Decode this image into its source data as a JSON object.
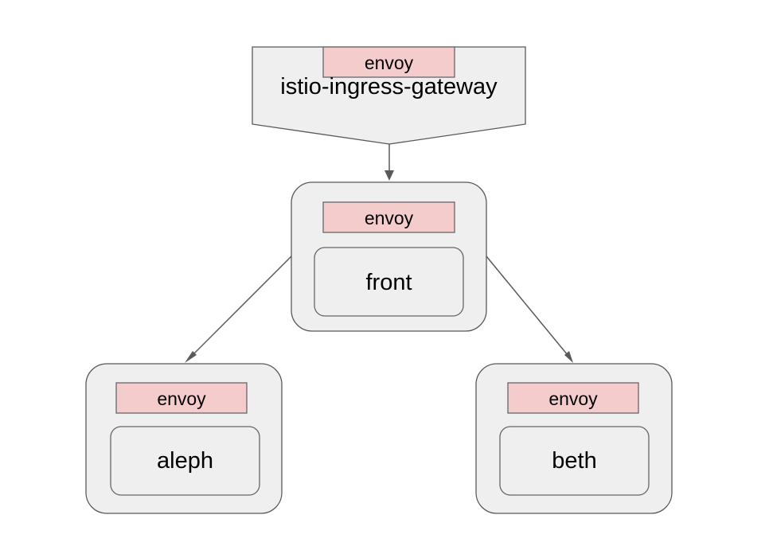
{
  "diagram": {
    "gateway": {
      "sidecar_label": "envoy",
      "name": "istio-ingress-gateway"
    },
    "front": {
      "sidecar_label": "envoy",
      "service_label": "front"
    },
    "aleph": {
      "sidecar_label": "envoy",
      "service_label": "aleph"
    },
    "beth": {
      "sidecar_label": "envoy",
      "service_label": "beth"
    },
    "colors": {
      "pod_fill": "#efefef",
      "sidecar_fill": "#f4cccc",
      "stroke": "#595959"
    }
  }
}
